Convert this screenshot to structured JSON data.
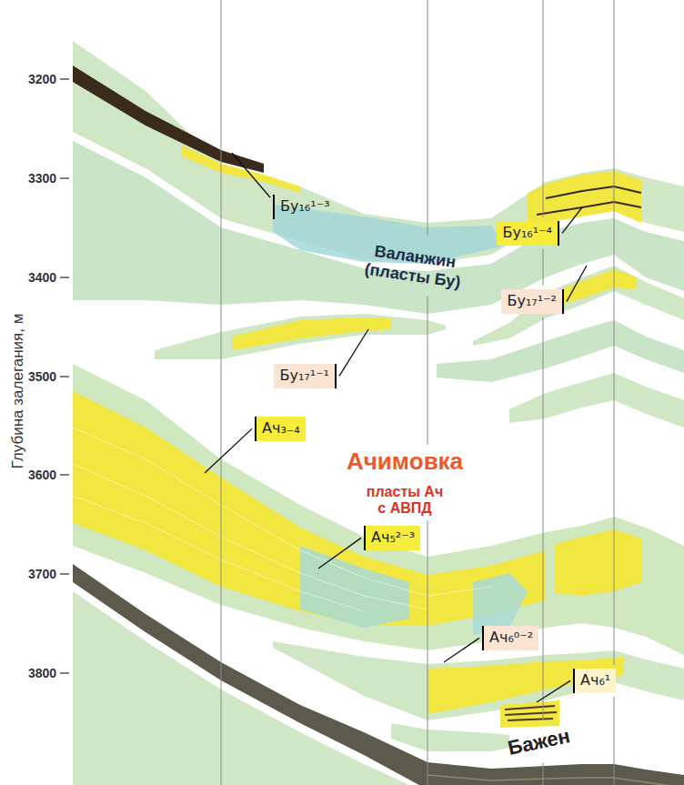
{
  "diagram": {
    "nodes": [
      {
        "text": [
          "Бу₁₆¹⁻⁴"
        ]
      },
      {
        "text": [
          "Бу₁₇¹⁻²"
        ]
      },
      {
        "text": [
          "Бу₁₇¹⁻¹"
        ]
      },
      {
        "text": [
          "Ач₃₋₄"
        ]
      },
      {
        "text": [
          "Ач₅²⁻³"
        ]
      },
      {
        "text": [
          "Ач₆⁰⁻²"
        ]
      },
      {
        "text": [
          "Ач₆¹"
        ]
      }
    ],
    "labels": [
      "Глубина залегания, м",
      "3200",
      "3300",
      "3400",
      "3500",
      "3600",
      "3700",
      "3800",
      "Бу₁₆¹⁻³",
      "Валанжин (пласты Бу)",
      "Ачимовка",
      "пласты Ач с АВПД",
      "Бажен"
    ]
  }
}
